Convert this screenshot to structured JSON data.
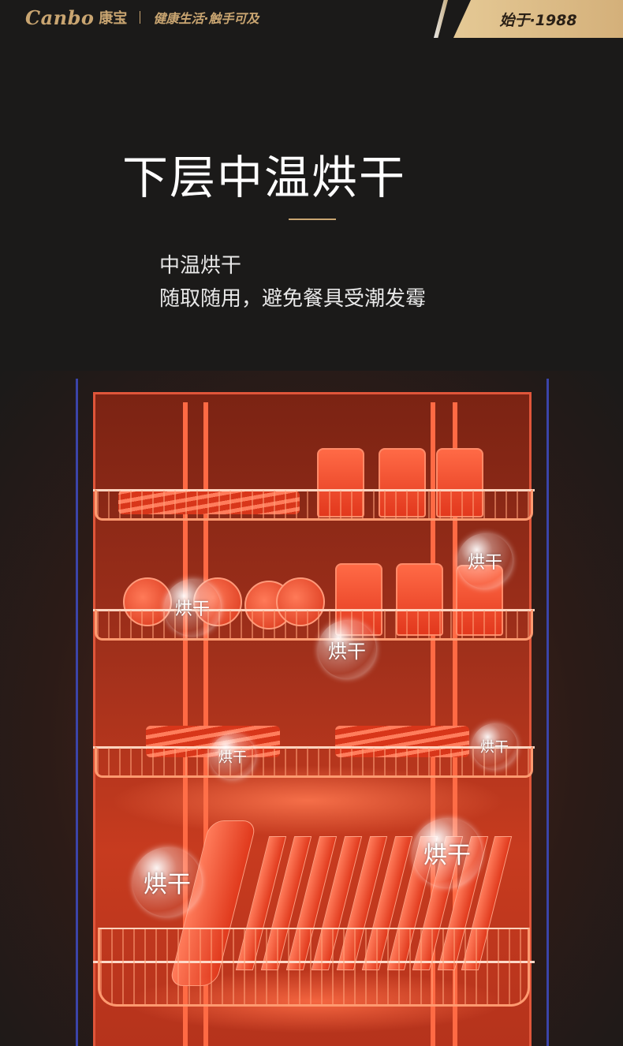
{
  "header": {
    "brand_en": "Canbo",
    "brand_cn": "康宝",
    "slogan": "健康生活·触手可及",
    "since": "始于·1988"
  },
  "main": {
    "title": "下层中温烘干",
    "desc_line1": "中温烘干",
    "desc_line2": "随取随用，避免餐具受潮发霉"
  },
  "bubbles": [
    "烘干",
    "烘干",
    "烘干",
    "烘干",
    "烘干",
    "烘干",
    "烘干"
  ],
  "colors": {
    "background": "#1b1a19",
    "accent_gold": "#c9a571",
    "heat_red": "#d83418"
  },
  "icons": {
    "since_badge": "gold-parallelogram-badge"
  }
}
